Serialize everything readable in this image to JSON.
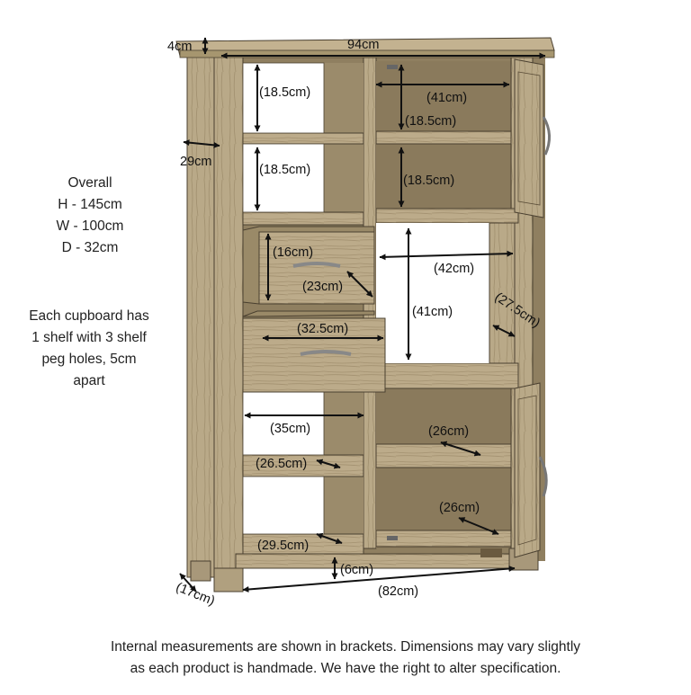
{
  "overall": {
    "heading": "Overall",
    "height": "H - 145cm",
    "width": "W - 100cm",
    "depth": "D - 32cm"
  },
  "shelf_note": [
    "Each cupboard has",
    "1 shelf with 3 shelf",
    "peg holes, 5cm",
    "apart"
  ],
  "footer": [
    "Internal measurements are shown in brackets. Dimensions may vary slightly",
    "as each product is handmade. We have the right to alter specification."
  ],
  "dimensions": {
    "top_thickness": "4cm",
    "top_width": "94cm",
    "side_depth": "29cm",
    "upper_left_shelf_1": "(18.5cm)",
    "upper_left_shelf_2": "(18.5cm)",
    "upper_right_width": "(41cm)",
    "upper_right_shelf_1": "(18.5cm)",
    "upper_right_shelf_2": "(18.5cm)",
    "drawer_height": "(16cm)",
    "drawer_depth": "(23cm)",
    "drawer_width": "(32.5cm)",
    "middle_width": "(42cm)",
    "middle_height": "(41cm)",
    "cupboard_depth": "(27.5cm)",
    "lower_left_width": "(35cm)",
    "lower_left_shelf_depth": "(26.5cm)",
    "lower_right_shelf_1": "(26cm)",
    "lower_right_shelf_2": "(26cm)",
    "bottom_shelf_depth": "(29.5cm)",
    "plinth_height": "(6cm)",
    "base_width": "(82cm)",
    "foot_depth": "(17cm)"
  }
}
